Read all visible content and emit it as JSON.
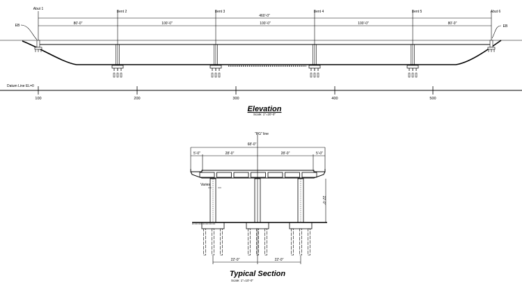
{
  "elevation": {
    "supports": [
      "Abut 1",
      "Bent 2",
      "Bent 3",
      "Bent 4",
      "Bent 5",
      "Abut 6"
    ],
    "fill_left": "EB",
    "fill_right": "EB",
    "total_length": "460'-0\"",
    "spans": [
      "80'-0\"",
      "100'-0\"",
      "100'-0\"",
      "100'-0\"",
      "80'-0\""
    ],
    "datum_label": "Datum Line EL=0",
    "stations": [
      "100",
      "200",
      "300",
      "400",
      "500"
    ],
    "title": "Elevation",
    "scale": "Scale: 1\"=20'-0\""
  },
  "section": {
    "pg_label": "\"PG\" line",
    "overall_width": "68'-0\"",
    "widths": [
      "5'-0\"",
      "28'-0\"",
      "28'-0\"",
      "5'-0\""
    ],
    "varies_label": "Varies",
    "column_height": "22'-0\"",
    "column_spacing": [
      "22'-0\"",
      "22'-0\""
    ],
    "title": "Typical Section",
    "scale": "Scale: 1\"=10'-0\""
  }
}
